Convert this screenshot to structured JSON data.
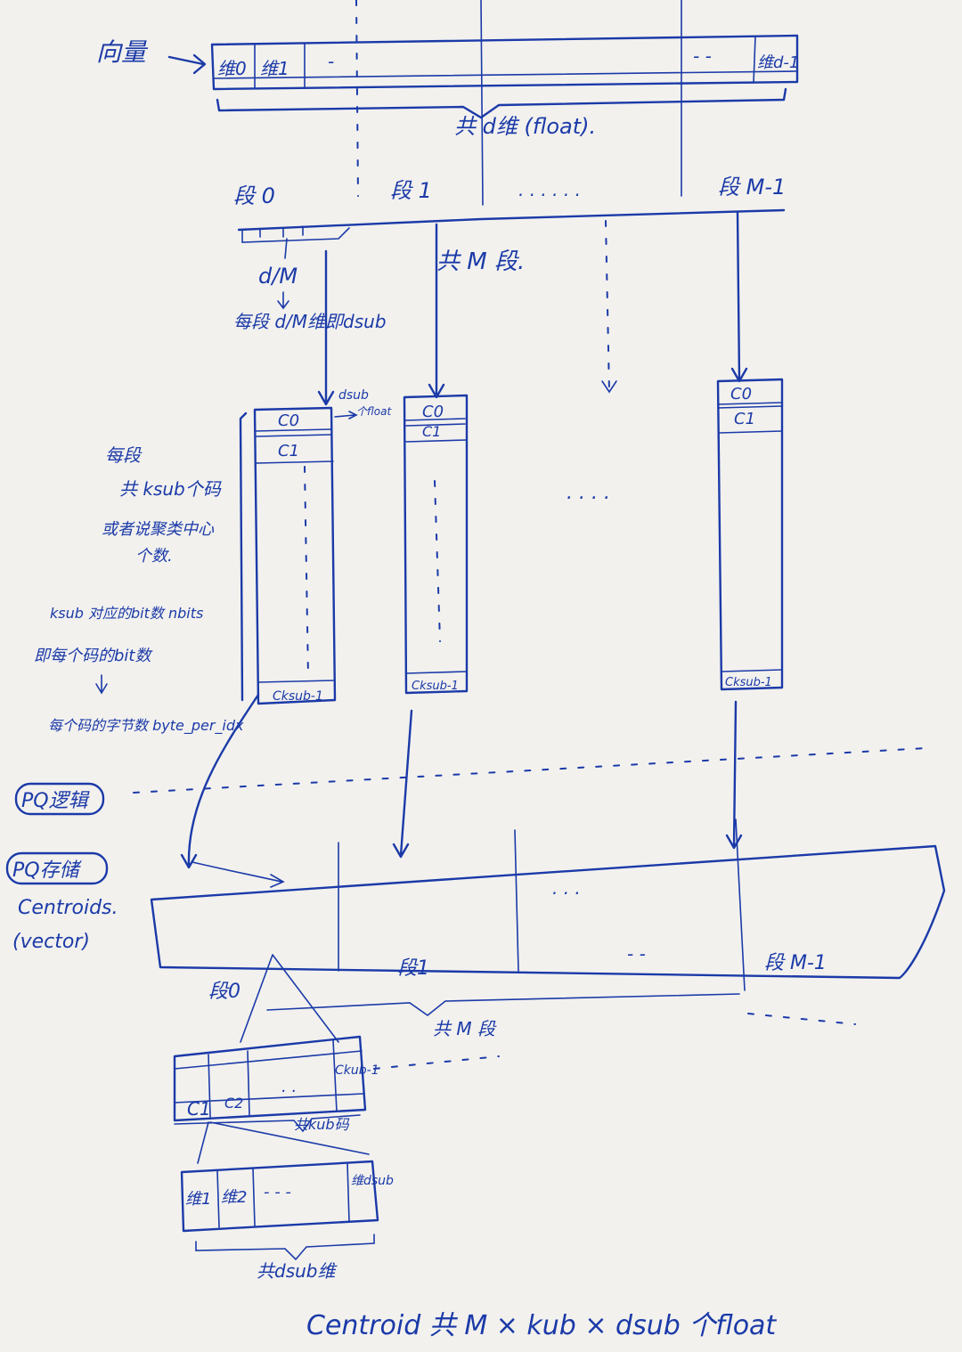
{
  "vector": {
    "label": "向量",
    "cells": [
      "维0",
      "维1",
      "-",
      "- -",
      "维d-1"
    ],
    "count_note": "共 d维 (float)."
  },
  "segments": {
    "labels": [
      "段 0",
      "段 1",
      ". . . . . .",
      "段 M-1"
    ],
    "count_note": "共 M 段.",
    "dsub_formula": "d/M",
    "dsub_note": "每段 d/M维即dsub"
  },
  "codebook": {
    "c0_arrow_label": "dsub",
    "c0_arrow_label2": "个float",
    "columns": [
      {
        "c0": "C0",
        "c1": "C1",
        "last": "Cksub-1"
      },
      {
        "c0": "C0",
        "c1": "C1",
        "last": "Cksub-1"
      },
      {
        "c0": "C0",
        "c1": "C1",
        "last": "Cksub-1"
      }
    ],
    "middle_ellipsis": ". . . .",
    "notes": [
      "每段",
      "共 ksub个码",
      "或者说聚类中心",
      "个数.",
      "ksub 对应的bit数 nbits",
      "即每个码的bit数",
      "每个码的字节数 byte_per_idx"
    ]
  },
  "pq_logic": "PQ逻辑",
  "pq_storage": {
    "label": "PQ存储",
    "name": "Centroids.",
    "type": "(vector)",
    "ellipsis": ". . .",
    "ellipsis2": "- -",
    "segment_labels": [
      "段0",
      "段1",
      "段 M-1"
    ],
    "count_note": "共 M 段"
  },
  "segment_detail": {
    "codes": [
      "C1",
      "C2",
      ". .",
      "Ckub-1"
    ],
    "code_note": "共kub码",
    "dims": [
      "维1",
      "维2",
      "- - -",
      "维dsub"
    ],
    "dim_note": "共dsub维"
  },
  "formula": "Centroid 共  M × kub × dsub  个float"
}
